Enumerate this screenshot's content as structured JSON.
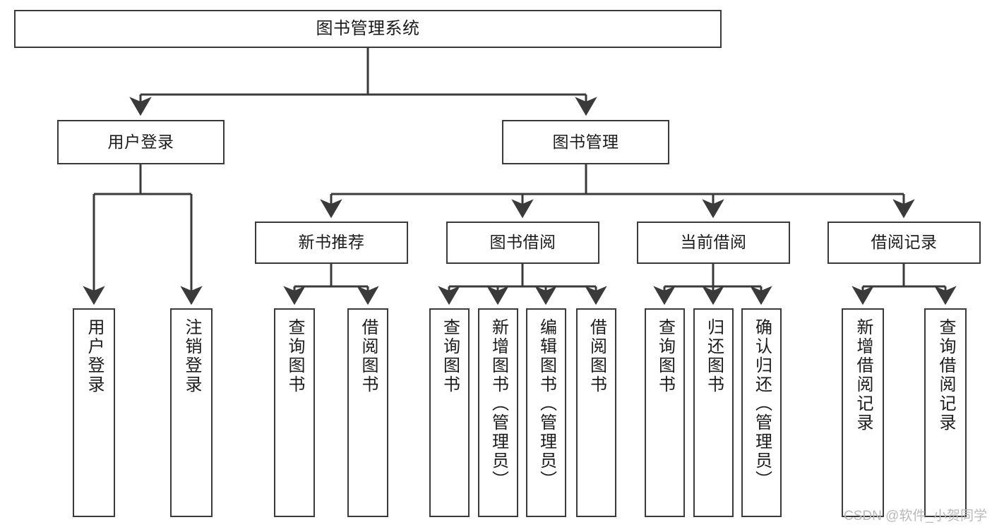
{
  "diagram": {
    "title": "图书管理系统",
    "watermark": "CSDN @软件_小贺同学",
    "stroke_color": "#3a3a3a",
    "fill_color": "#ffffff",
    "text_color": "#1b1b1b"
  },
  "nodes": {
    "root": {
      "label": "图书管理系统"
    },
    "level2": [
      {
        "id": "user-login",
        "label": "用户登录"
      },
      {
        "id": "book-manage",
        "label": "图书管理"
      }
    ],
    "level3": [
      {
        "id": "new-book-recommend",
        "label": "新书推荐"
      },
      {
        "id": "book-borrow",
        "label": "图书借阅"
      },
      {
        "id": "current-borrow",
        "label": "当前借阅"
      },
      {
        "id": "borrow-record",
        "label": "借阅记录"
      }
    ],
    "leaves": {
      "user_login": [
        {
          "id": "leaf-user-login",
          "label": "用户登录"
        },
        {
          "id": "leaf-logout",
          "label": "注销登录"
        }
      ],
      "new_book_recommend": [
        {
          "id": "leaf-query-book-1",
          "label": "查询图书"
        },
        {
          "id": "leaf-borrow-book-1",
          "label": "借阅图书"
        }
      ],
      "book_borrow": [
        {
          "id": "leaf-query-book-2",
          "label": "查询图书"
        },
        {
          "id": "leaf-add-book",
          "label": "新增图书（管理员）"
        },
        {
          "id": "leaf-edit-book",
          "label": "编辑图书（管理员）"
        },
        {
          "id": "leaf-borrow-book-2",
          "label": "借阅图书"
        }
      ],
      "current_borrow": [
        {
          "id": "leaf-query-book-3",
          "label": "查询图书"
        },
        {
          "id": "leaf-return-book",
          "label": "归还图书"
        },
        {
          "id": "leaf-confirm-return",
          "label": "确认归还（管理员）"
        }
      ],
      "borrow_record": [
        {
          "id": "leaf-add-record",
          "label": "新增借阅记录"
        },
        {
          "id": "leaf-query-record",
          "label": "查询借阅记录"
        }
      ]
    }
  }
}
